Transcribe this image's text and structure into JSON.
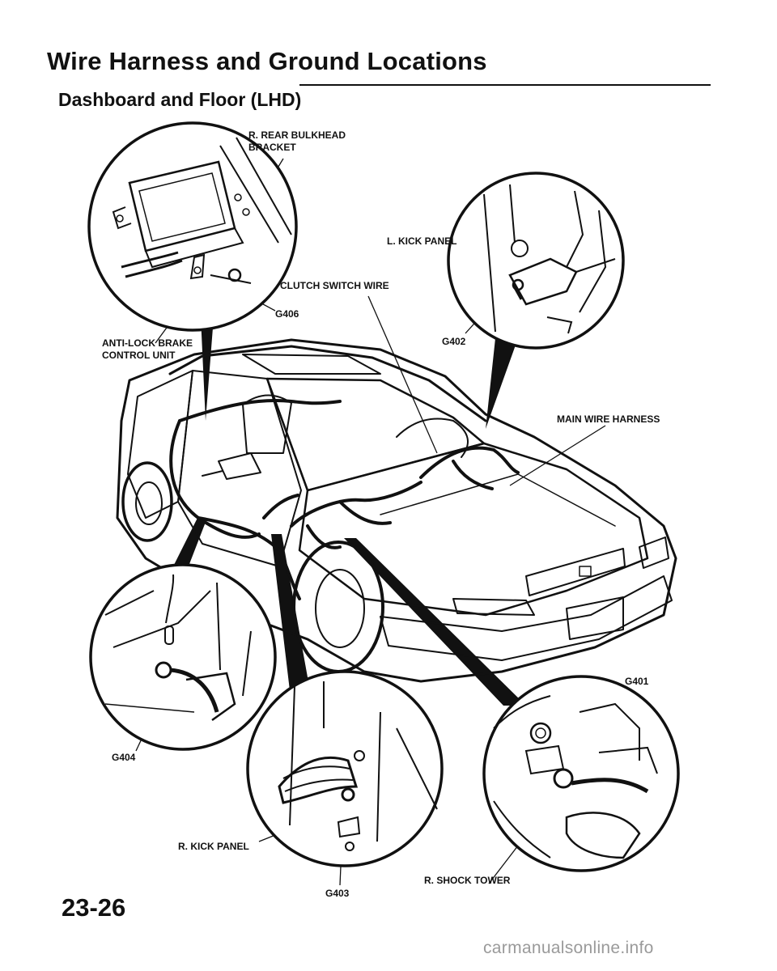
{
  "page": {
    "title": "Wire Harness and Ground Locations",
    "subtitle": "Dashboard and Floor (LHD)",
    "page_number": "23-26",
    "watermark": "carmanualsonline.info"
  },
  "labels": {
    "r_rear_bulkhead_line1": "R. REAR BULKHEAD",
    "r_rear_bulkhead_line2": "BRACKET",
    "l_kick_panel": "L. KICK PANEL",
    "clutch_switch_wire": "CLUTCH SWITCH WIRE",
    "g406": "G406",
    "g402": "G402",
    "anti_lock_line1": "ANTI-LOCK BRAKE",
    "anti_lock_line2": "CONTROL UNIT",
    "main_wire_harness": "MAIN WIRE HARNESS",
    "g401": "G401",
    "g404": "G404",
    "r_kick_panel": "R. KICK PANEL",
    "g403": "G403",
    "r_shock_tower": "R. SHOCK TOWER"
  }
}
